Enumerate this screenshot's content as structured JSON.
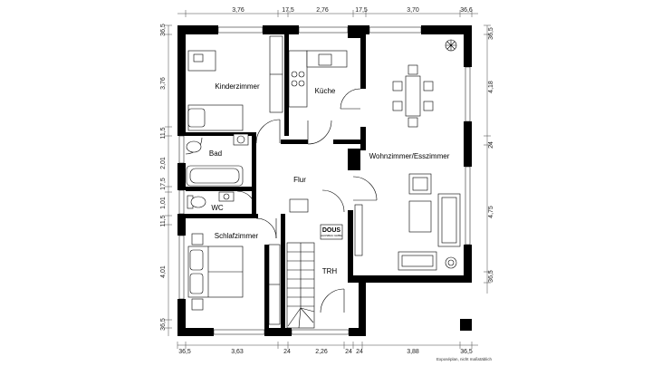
{
  "rooms": {
    "kinderzimmer": "Kinderzimmer",
    "kueche": "Küche",
    "wohnzimmer": "Wohnzimmer/Esszimmer",
    "bad": "Bad",
    "flur": "Flur",
    "wc": "WC",
    "schlafzimmer": "Schlafzimmer",
    "trh": "TRH"
  },
  "dims_top": [
    "3,76",
    "17,5",
    "2,76",
    "17,5",
    "3,70",
    "36,6"
  ],
  "dims_bottom": [
    "36,5",
    "3,63",
    "24",
    "2,26",
    "24",
    "24",
    "3,88",
    "36,5"
  ],
  "dims_left": [
    "36,5",
    "3,76",
    "11,5",
    "2,01",
    "17,5",
    "1,01",
    "11,5",
    "4,01",
    "36,5"
  ],
  "dims_right": [
    "36,5",
    "4,18",
    "24",
    "4,75",
    "36,5"
  ],
  "logo": {
    "name": "DOUS",
    "sub": "HAUSBAU GMBH"
  },
  "footer_note": "Exposéplan, nicht maßstäblich"
}
